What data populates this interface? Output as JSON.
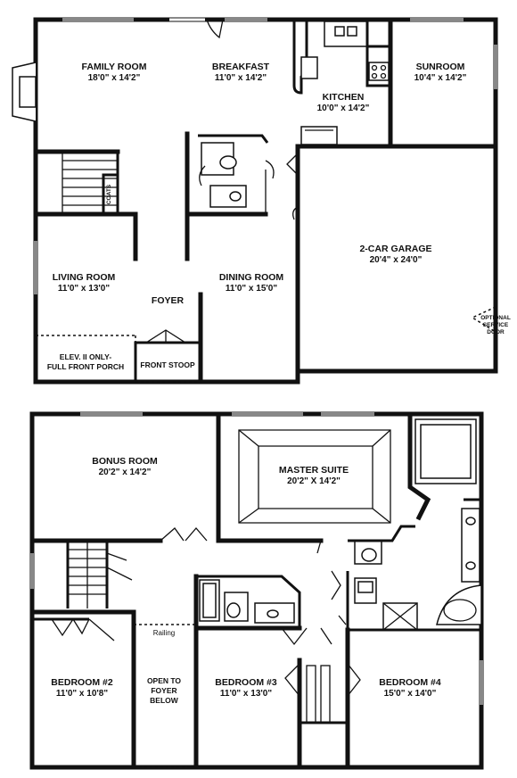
{
  "first_floor": {
    "family_room": {
      "name": "FAMILY ROOM",
      "dim": "18'0\" x 14'2\""
    },
    "breakfast": {
      "name": "BREAKFAST",
      "dim": "11'0\" x 14'2\""
    },
    "kitchen": {
      "name": "KITCHEN",
      "dim": "10'0\" x 14'2\""
    },
    "sunroom": {
      "name": "SUNROOM",
      "dim": "10'4\" x 14'2\""
    },
    "coats": "COATS",
    "garage": {
      "name": "2-CAR GARAGE",
      "dim": "20'4\" x 24'0\""
    },
    "living_room": {
      "name": "LIVING ROOM",
      "dim": "11'0\" x 13'0\""
    },
    "foyer": "FOYER",
    "dining_room": {
      "name": "DINING ROOM",
      "dim": "11'0\" x 15'0\""
    },
    "optional_door": [
      "OPTIONAL",
      "SERVICE",
      "DOOR"
    ],
    "porch": [
      "ELEV. II ONLY-",
      "FULL FRONT PORCH"
    ],
    "front_stoop": "FRONT STOOP"
  },
  "second_floor": {
    "bonus_room": {
      "name": "BONUS ROOM",
      "dim": "20'2\" x 14'2\""
    },
    "master_suite": {
      "name": "MASTER SUITE",
      "dim": "20'2\" X 14'2\""
    },
    "railing": "Railing",
    "bedroom2": {
      "name": "BEDROOM #2",
      "dim": "11'0\" x 10'8\""
    },
    "open_to_foyer": [
      "OPEN TO",
      "FOYER",
      "BELOW"
    ],
    "bedroom3": {
      "name": "BEDROOM #3",
      "dim": "11'0\" x 13'0\""
    },
    "bedroom4": {
      "name": "BEDROOM #4",
      "dim": "15'0\" x 14'0\""
    }
  }
}
